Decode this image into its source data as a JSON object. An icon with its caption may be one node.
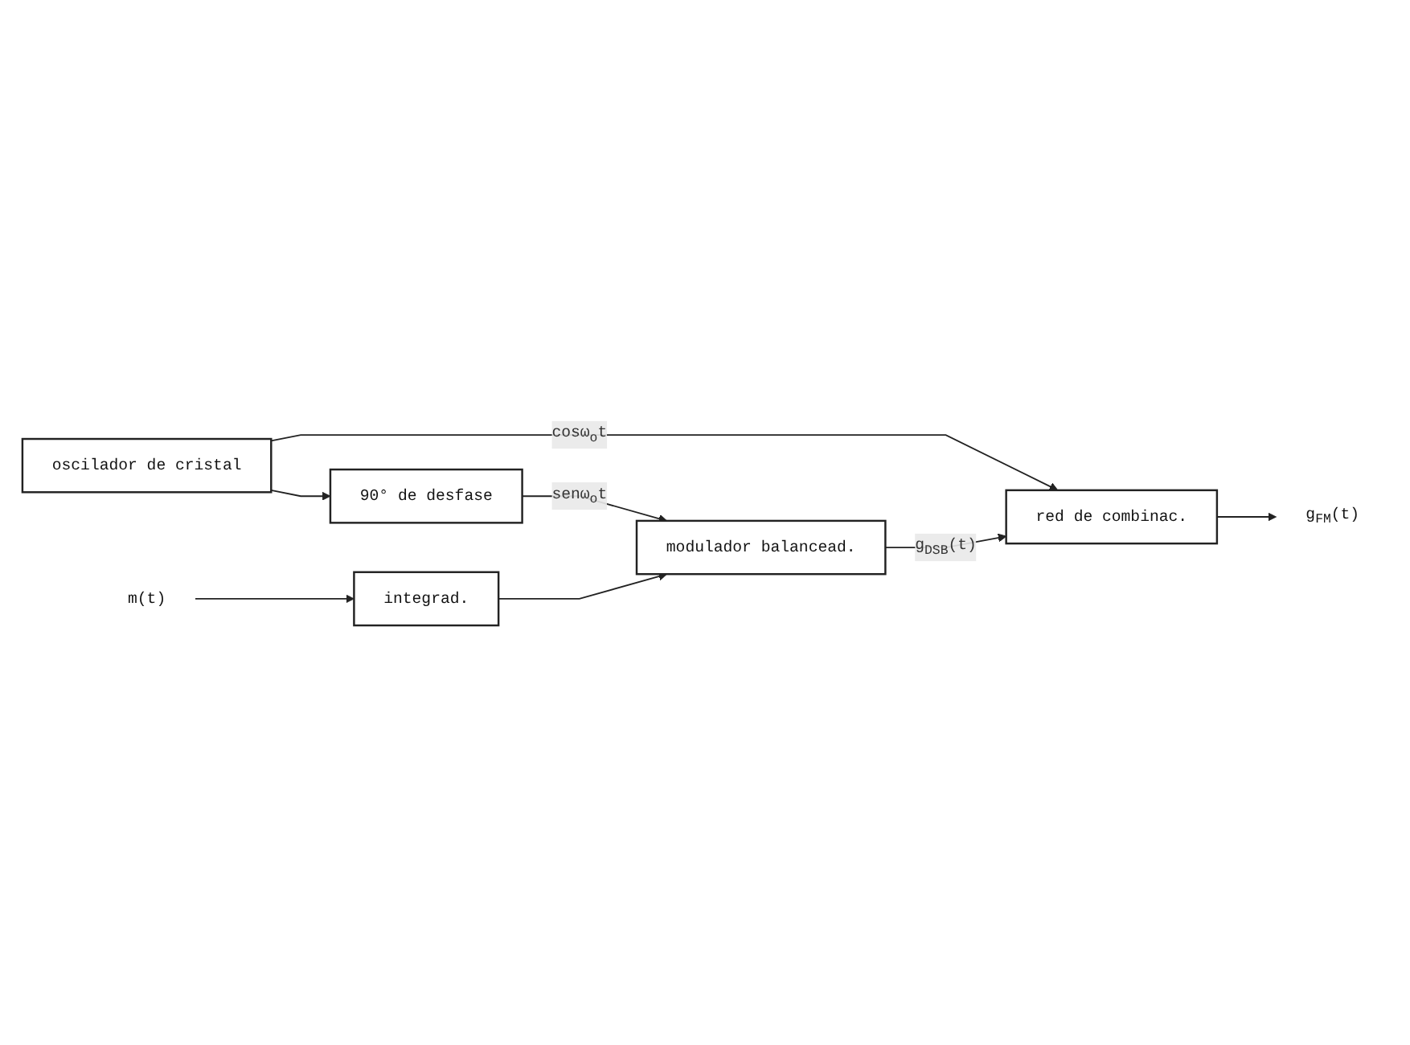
{
  "diagram": {
    "nodes": [
      {
        "text": [
          "oscilador de cristal"
        ]
      },
      {
        "text": [
          "red de combinac."
        ]
      },
      {
        "text": [
          "90° de desfase"
        ]
      },
      {
        "text": [
          "modulador balancead."
        ]
      },
      {
        "text": [
          "integrad."
        ]
      },
      {
        "text": [
          "g$_{FM}$(t)"
        ]
      },
      {
        "text": [
          "m(t)"
        ]
      }
    ],
    "edges": [
      {
        "from": 0,
        "to": 1,
        "arrow": "to",
        "label": "cosω$_{o}$t"
      },
      {
        "from": 0,
        "to": 2,
        "arrow": "to"
      },
      {
        "from": 2,
        "to": 3,
        "arrow": "to",
        "label": "senω$_{o}$t"
      },
      {
        "from": 3,
        "to": 1,
        "arrow": "to",
        "label": "g$_{DSB}$(t)"
      },
      {
        "from": 1,
        "to": 5,
        "arrow": "to"
      },
      {
        "from": 6,
        "to": 4,
        "arrow": "to"
      },
      {
        "from": 4,
        "to": 3,
        "arrow": "to"
      }
    ]
  }
}
